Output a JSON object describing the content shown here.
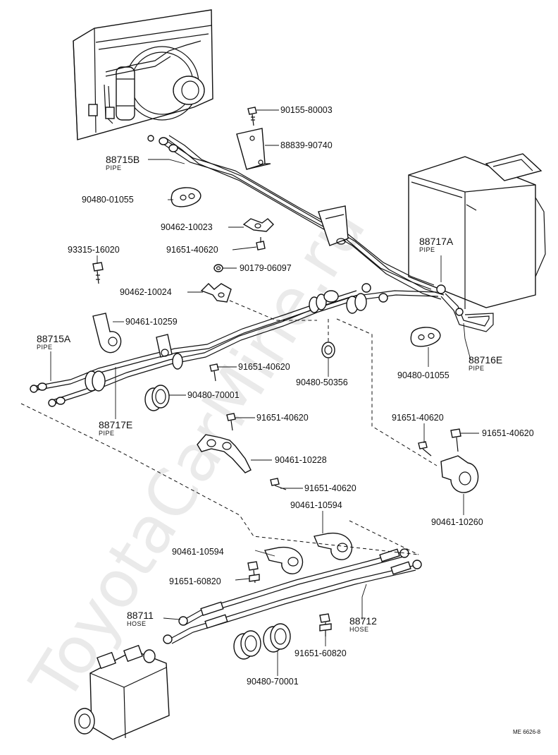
{
  "watermark": "ToyotaCarMine.ru",
  "diagram_code": "ME 6626-8",
  "callouts": {
    "c90155_80003": "90155-80003",
    "c88839_90740": "88839-90740",
    "c88715B": "88715B",
    "c88715B_sub": "PIPE",
    "c90480_01055_a": "90480-01055",
    "c90462_10023": "90462-10023",
    "c91651_40620_a": "91651-40620",
    "c93315_16020": "93315-16020",
    "c90179_06097": "90179-06097",
    "c90462_10024": "90462-10024",
    "c88717A": "88717A",
    "c88717A_sub": "PIPE",
    "c90461_10259": "90461-10259",
    "c88715A": "88715A",
    "c88715A_sub": "PIPE",
    "c91651_40620_b": "91651-40620",
    "c90480_50356": "90480-50356",
    "c90480_01055_b": "90480-01055",
    "c88716E": "88716E",
    "c88716E_sub": "PIPE",
    "c90480_70001_a": "90480-70001",
    "c88717E": "88717E",
    "c88717E_sub": "PIPE",
    "c91651_40620_c": "91651-40620",
    "c91651_40620_d": "91651-40620",
    "c91651_40620_e": "91651-40620",
    "c90461_10228": "90461-10228",
    "c91651_40620_f": "91651-40620",
    "c90461_10594_a": "90461-10594",
    "c90461_10594_b": "90461-10594",
    "c90461_10260": "90461-10260",
    "c91651_60820_a": "91651-60820",
    "c88711": "88711",
    "c88711_sub": "HOSE",
    "c88712": "88712",
    "c88712_sub": "HOSE",
    "c91651_60820_b": "91651-60820",
    "c90480_70001_b": "90480-70001"
  }
}
